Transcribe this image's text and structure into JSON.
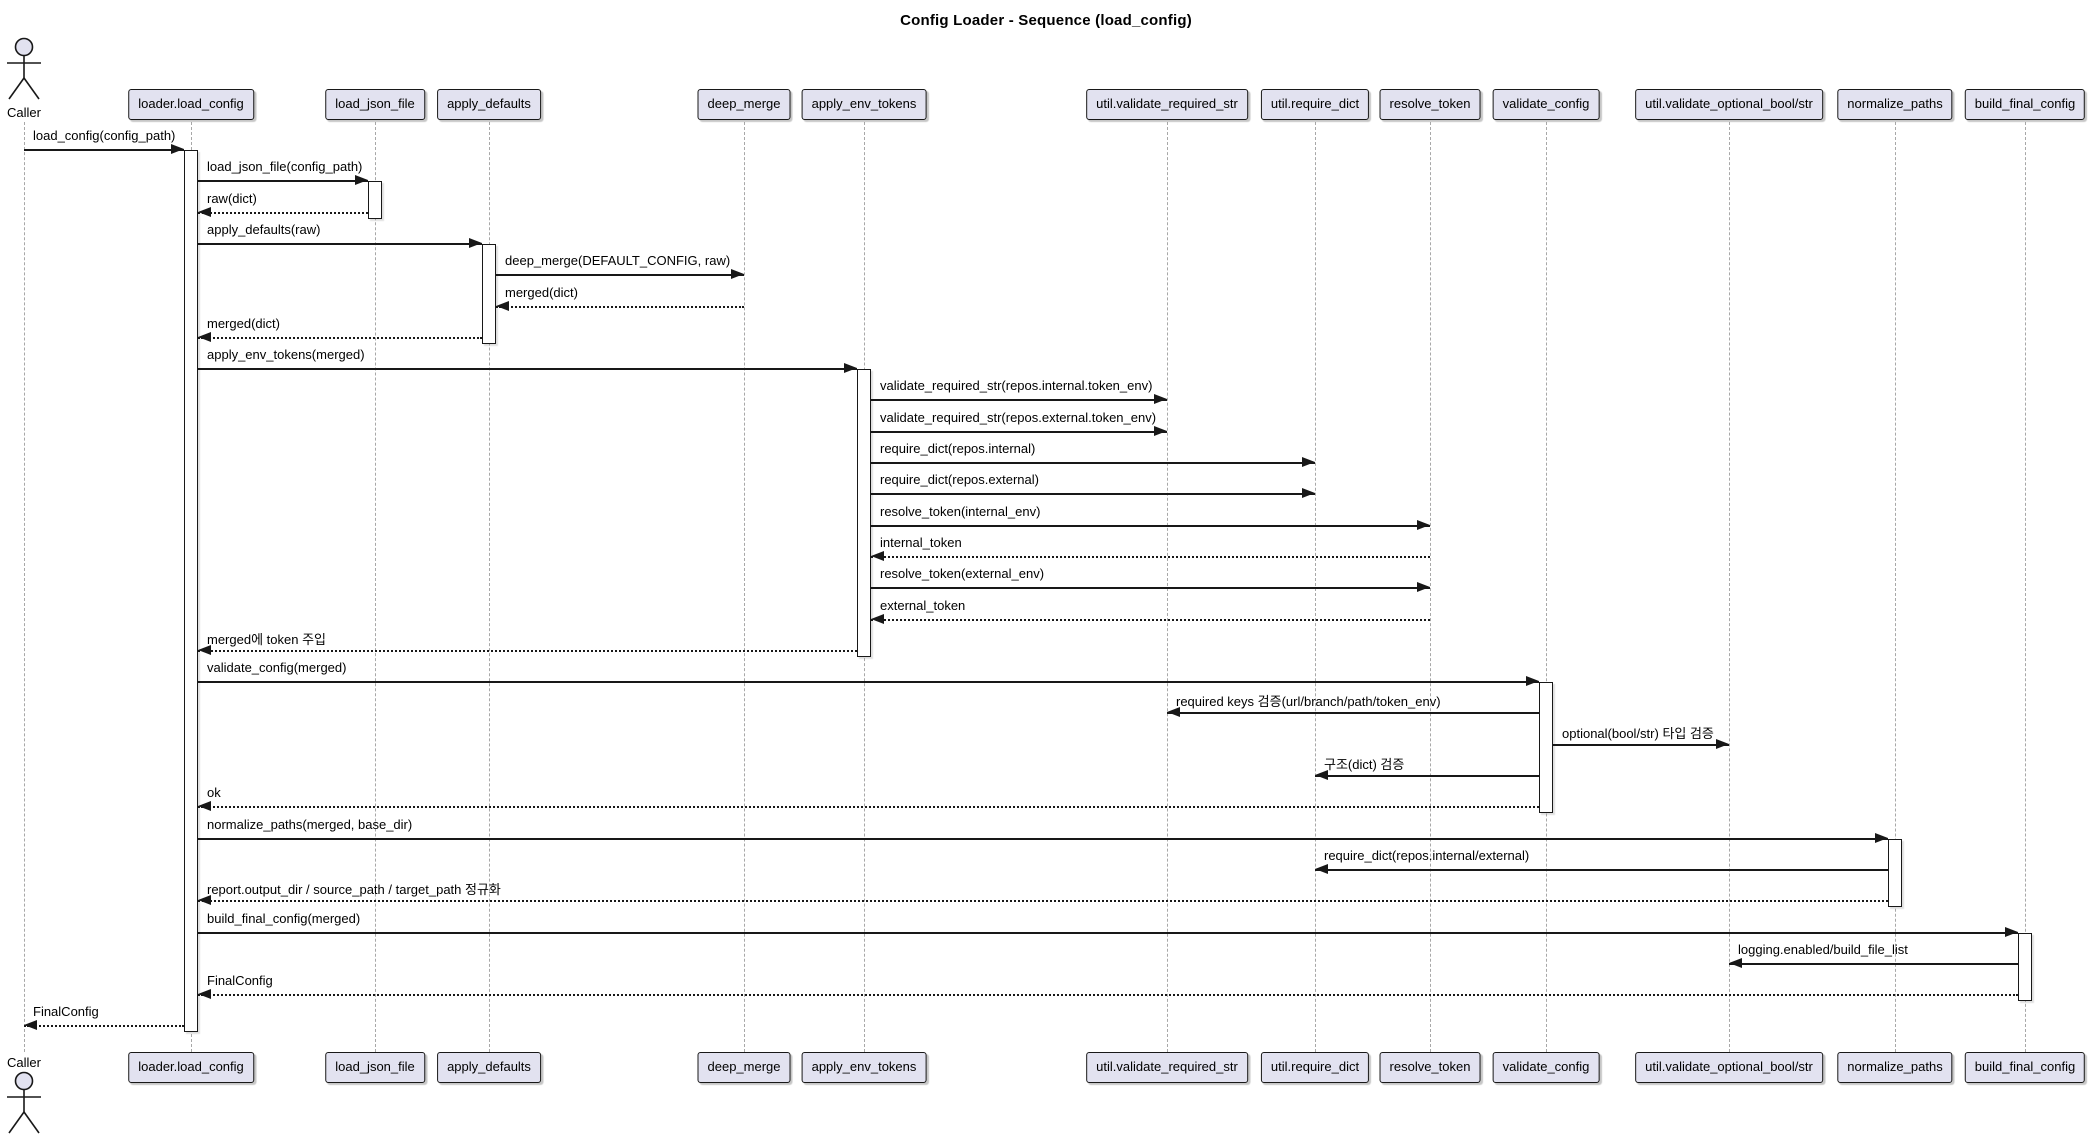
{
  "title": "Config Loader - Sequence (load_config)",
  "actor": {
    "label": "Caller"
  },
  "participants": [
    {
      "id": "loader",
      "label": "loader.load_config"
    },
    {
      "id": "load_json_file",
      "label": "load_json_file"
    },
    {
      "id": "apply_defaults",
      "label": "apply_defaults"
    },
    {
      "id": "deep_merge",
      "label": "deep_merge"
    },
    {
      "id": "apply_env_tokens",
      "label": "apply_env_tokens"
    },
    {
      "id": "validate_required_str",
      "label": "util.validate_required_str"
    },
    {
      "id": "require_dict",
      "label": "util.require_dict"
    },
    {
      "id": "resolve_token",
      "label": "resolve_token"
    },
    {
      "id": "validate_config",
      "label": "validate_config"
    },
    {
      "id": "validate_optional",
      "label": "util.validate_optional_bool/str"
    },
    {
      "id": "normalize_paths",
      "label": "normalize_paths"
    },
    {
      "id": "build_final_config",
      "label": "build_final_config"
    }
  ],
  "messages": [
    {
      "from": "caller",
      "to": "loader",
      "text": "load_config(config_path)",
      "kind": "call"
    },
    {
      "from": "loader",
      "to": "load_json_file",
      "text": "load_json_file(config_path)",
      "kind": "call"
    },
    {
      "from": "load_json_file",
      "to": "loader",
      "text": "raw(dict)",
      "kind": "return"
    },
    {
      "from": "loader",
      "to": "apply_defaults",
      "text": "apply_defaults(raw)",
      "kind": "call"
    },
    {
      "from": "apply_defaults",
      "to": "deep_merge",
      "text": "deep_merge(DEFAULT_CONFIG, raw)",
      "kind": "call"
    },
    {
      "from": "deep_merge",
      "to": "apply_defaults",
      "text": "merged(dict)",
      "kind": "return"
    },
    {
      "from": "apply_defaults",
      "to": "loader",
      "text": "merged(dict)",
      "kind": "return"
    },
    {
      "from": "loader",
      "to": "apply_env_tokens",
      "text": "apply_env_tokens(merged)",
      "kind": "call"
    },
    {
      "from": "apply_env_tokens",
      "to": "validate_required_str",
      "text": "validate_required_str(repos.internal.token_env)",
      "kind": "call"
    },
    {
      "from": "apply_env_tokens",
      "to": "validate_required_str",
      "text": "validate_required_str(repos.external.token_env)",
      "kind": "call"
    },
    {
      "from": "apply_env_tokens",
      "to": "require_dict",
      "text": "require_dict(repos.internal)",
      "kind": "call"
    },
    {
      "from": "apply_env_tokens",
      "to": "require_dict",
      "text": "require_dict(repos.external)",
      "kind": "call"
    },
    {
      "from": "apply_env_tokens",
      "to": "resolve_token",
      "text": "resolve_token(internal_env)",
      "kind": "call"
    },
    {
      "from": "resolve_token",
      "to": "apply_env_tokens",
      "text": "internal_token",
      "kind": "return"
    },
    {
      "from": "apply_env_tokens",
      "to": "resolve_token",
      "text": "resolve_token(external_env)",
      "kind": "call"
    },
    {
      "from": "resolve_token",
      "to": "apply_env_tokens",
      "text": "external_token",
      "kind": "return"
    },
    {
      "from": "apply_env_tokens",
      "to": "loader",
      "text": "merged에 token 주입",
      "kind": "return"
    },
    {
      "from": "loader",
      "to": "validate_config",
      "text": "validate_config(merged)",
      "kind": "call"
    },
    {
      "from": "validate_config",
      "to": "validate_required_str",
      "text": "required keys 검증(url/branch/path/token_env)",
      "kind": "call"
    },
    {
      "from": "validate_config",
      "to": "validate_optional",
      "text": "optional(bool/str) 타입 검증",
      "kind": "call"
    },
    {
      "from": "validate_config",
      "to": "require_dict",
      "text": "구조(dict) 검증",
      "kind": "call"
    },
    {
      "from": "validate_config",
      "to": "loader",
      "text": "ok",
      "kind": "return"
    },
    {
      "from": "loader",
      "to": "normalize_paths",
      "text": "normalize_paths(merged, base_dir)",
      "kind": "call"
    },
    {
      "from": "normalize_paths",
      "to": "require_dict",
      "text": "require_dict(repos.internal/external)",
      "kind": "call"
    },
    {
      "from": "normalize_paths",
      "to": "loader",
      "text": "report.output_dir / source_path / target_path 정규화",
      "kind": "return"
    },
    {
      "from": "loader",
      "to": "build_final_config",
      "text": "build_final_config(merged)",
      "kind": "call"
    },
    {
      "from": "build_final_config",
      "to": "validate_optional",
      "text": "logging.enabled/build_file_list",
      "kind": "call"
    },
    {
      "from": "build_final_config",
      "to": "loader",
      "text": "FinalConfig",
      "kind": "return"
    },
    {
      "from": "loader",
      "to": "caller",
      "text": "FinalConfig",
      "kind": "return"
    }
  ],
  "activations": [
    {
      "participant": "loader",
      "start": 0,
      "end": 28
    },
    {
      "participant": "load_json_file",
      "start": 1,
      "end": 2
    },
    {
      "participant": "apply_defaults",
      "start": 3,
      "end": 6
    },
    {
      "participant": "apply_env_tokens",
      "start": 7,
      "end": 16
    },
    {
      "participant": "validate_config",
      "start": 17,
      "end": 21
    },
    {
      "participant": "normalize_paths",
      "start": 22,
      "end": 24
    },
    {
      "participant": "build_final_config",
      "start": 25,
      "end": 27
    }
  ],
  "colors": {
    "participant_fill": "#E2E2F0",
    "border": "#181818",
    "lifeline": "#A8A8A8",
    "background": "#FFFFFF"
  }
}
